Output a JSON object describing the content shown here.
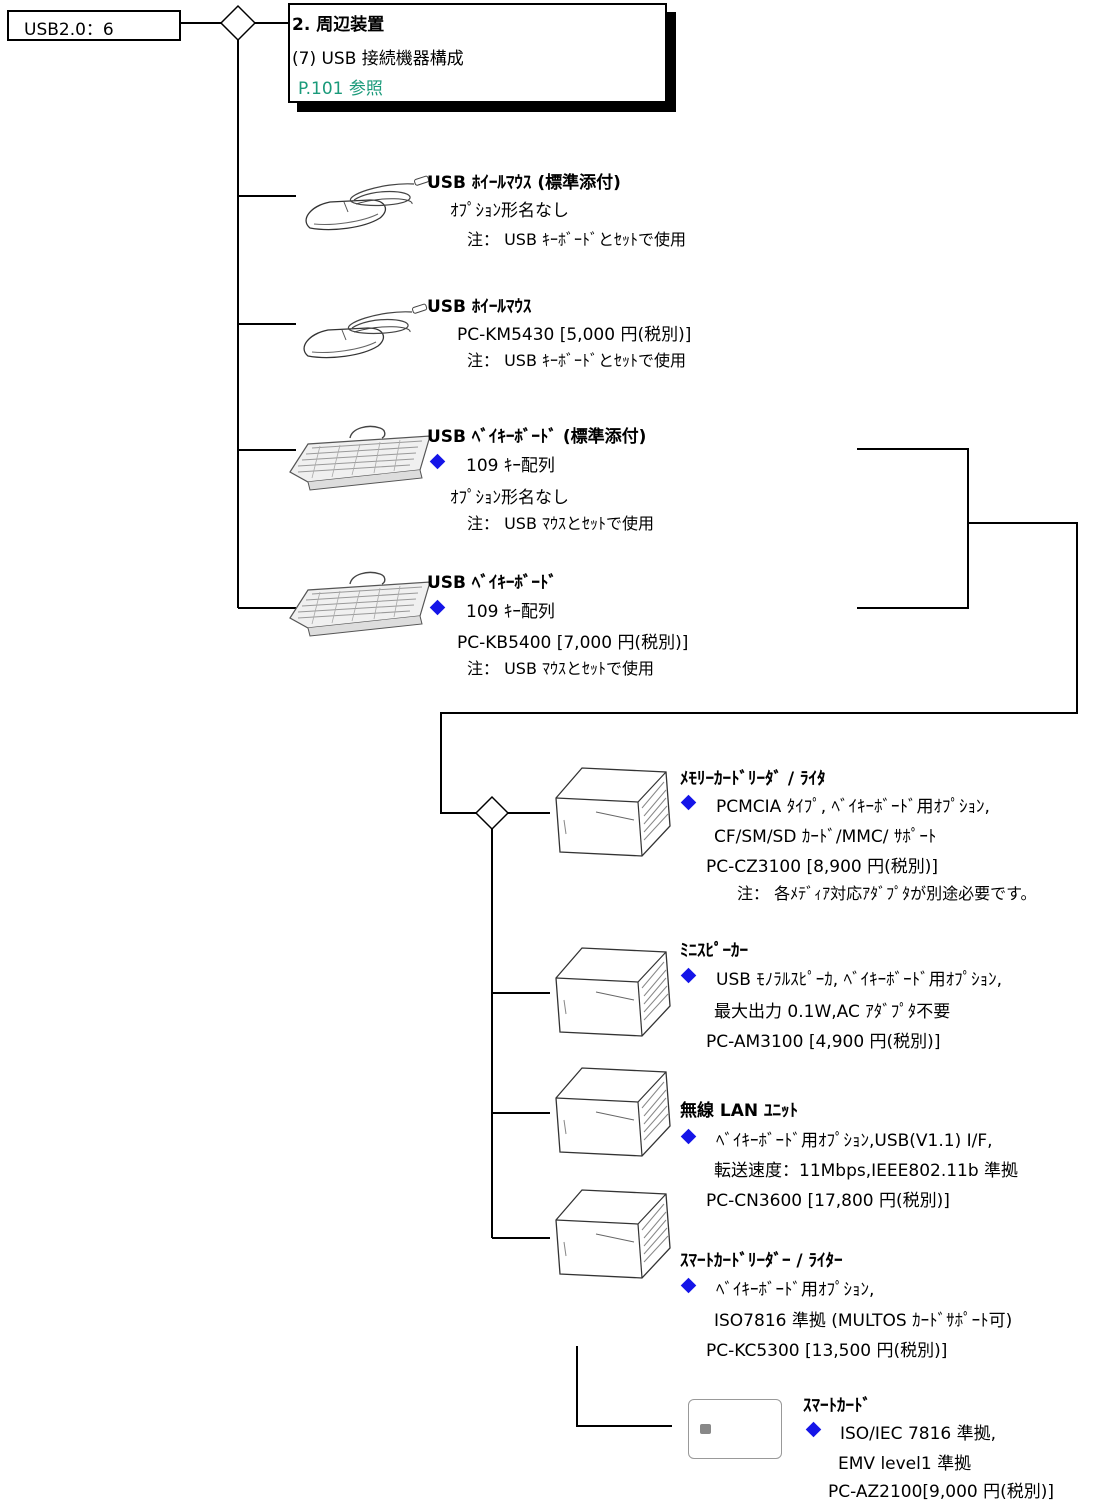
{
  "root": {
    "label": "USB2.0：6"
  },
  "header": {
    "line1": "2. 周辺装置",
    "line2": "(7) USB 接続機器構成",
    "ref": "P.101 参照"
  },
  "items": [
    {
      "title": "USB ﾎｲｰﾙﾏｳｽ (標準添付)",
      "lines": [
        "ｵﾌﾟｼｮﾝ形名なし"
      ],
      "note": "注： USB ｷｰﾎﾞｰﾄﾞとｾｯﾄで使用",
      "image": "mouse"
    },
    {
      "title": "USB ﾎｲｰﾙﾏｳｽ",
      "lines": [
        "PC-KM5430 [5,000 円(税別)]"
      ],
      "note": "注： USB ｷｰﾎﾞｰﾄﾞとｾｯﾄで使用",
      "image": "mouse"
    },
    {
      "title": "USB ﾍﾞｲｷｰﾎﾞｰﾄﾞ (標準添付)",
      "bullet": "109 ｷｰ配列",
      "lines": [
        "ｵﾌﾟｼｮﾝ形名なし"
      ],
      "note": "注： USB ﾏｳｽとｾｯﾄで使用",
      "image": "keyboard"
    },
    {
      "title": "USB ﾍﾞｲｷｰﾎﾞｰﾄﾞ",
      "bullet": "109 ｷｰ配列",
      "lines": [
        "PC-KB5400 [7,000 円(税別)]"
      ],
      "note": "注： USB ﾏｳｽとｾｯﾄで使用",
      "image": "keyboard"
    }
  ],
  "options": [
    {
      "title": "ﾒﾓﾘｰｶｰﾄﾞﾘｰﾀﾞ / ﾗｲﾀ",
      "bullet": "PCMCIA ﾀｲﾌﾟ, ﾍﾞｲｷｰﾎﾞｰﾄﾞ用ｵﾌﾟｼｮﾝ,",
      "lines": [
        "CF/SM/SD ｶｰﾄﾞ/MMC/ ｻﾎﾟｰﾄ",
        "PC-CZ3100 [8,900 円(税別)]"
      ],
      "note": "注： 各ﾒﾃﾞｨｱ対応ｱﾀﾞﾌﾟﾀが別途必要です。",
      "image": "device-box"
    },
    {
      "title": "ﾐﾆｽﾋﾟｰｶｰ",
      "bullet": "USB ﾓﾉﾗﾙｽﾋﾟｰｶ, ﾍﾞｲｷｰﾎﾞｰﾄﾞ用ｵﾌﾟｼｮﾝ,",
      "lines": [
        "最大出力 0.1W,AC ｱﾀﾞﾌﾟﾀ不要",
        "PC-AM3100 [4,900 円(税別)]"
      ],
      "image": "device-box"
    },
    {
      "title": "無線 LAN ﾕﾆｯﾄ",
      "bullet": "ﾍﾞｲｷｰﾎﾞｰﾄﾞ用ｵﾌﾟｼｮﾝ,USB(V1.1) I/F,",
      "lines": [
        "転送速度：11Mbps,IEEE802.11b 準拠",
        "PC-CN3600 [17,800 円(税別)]"
      ],
      "image": "device-box"
    },
    {
      "title": "ｽﾏｰﾄｶｰﾄﾞﾘｰﾀﾞｰ / ﾗｲﾀｰ",
      "bullet": "ﾍﾞｲｷｰﾎﾞｰﾄﾞ用ｵﾌﾟｼｮﾝ,",
      "lines": [
        "ISO7816 準拠 (MULTOS ｶｰﾄﾞｻﾎﾟｰﾄ可)",
        "PC-KC5300 [13,500 円(税別)]"
      ],
      "image": "device-box"
    }
  ],
  "card": {
    "title": "ｽﾏｰﾄｶｰﾄﾞ",
    "bullet": "ISO/IEC 7816 準拠,",
    "lines": [
      "EMV level1 準拠",
      "PC-AZ2100[9,000 円(税別)]"
    ],
    "image": "smart-card"
  }
}
